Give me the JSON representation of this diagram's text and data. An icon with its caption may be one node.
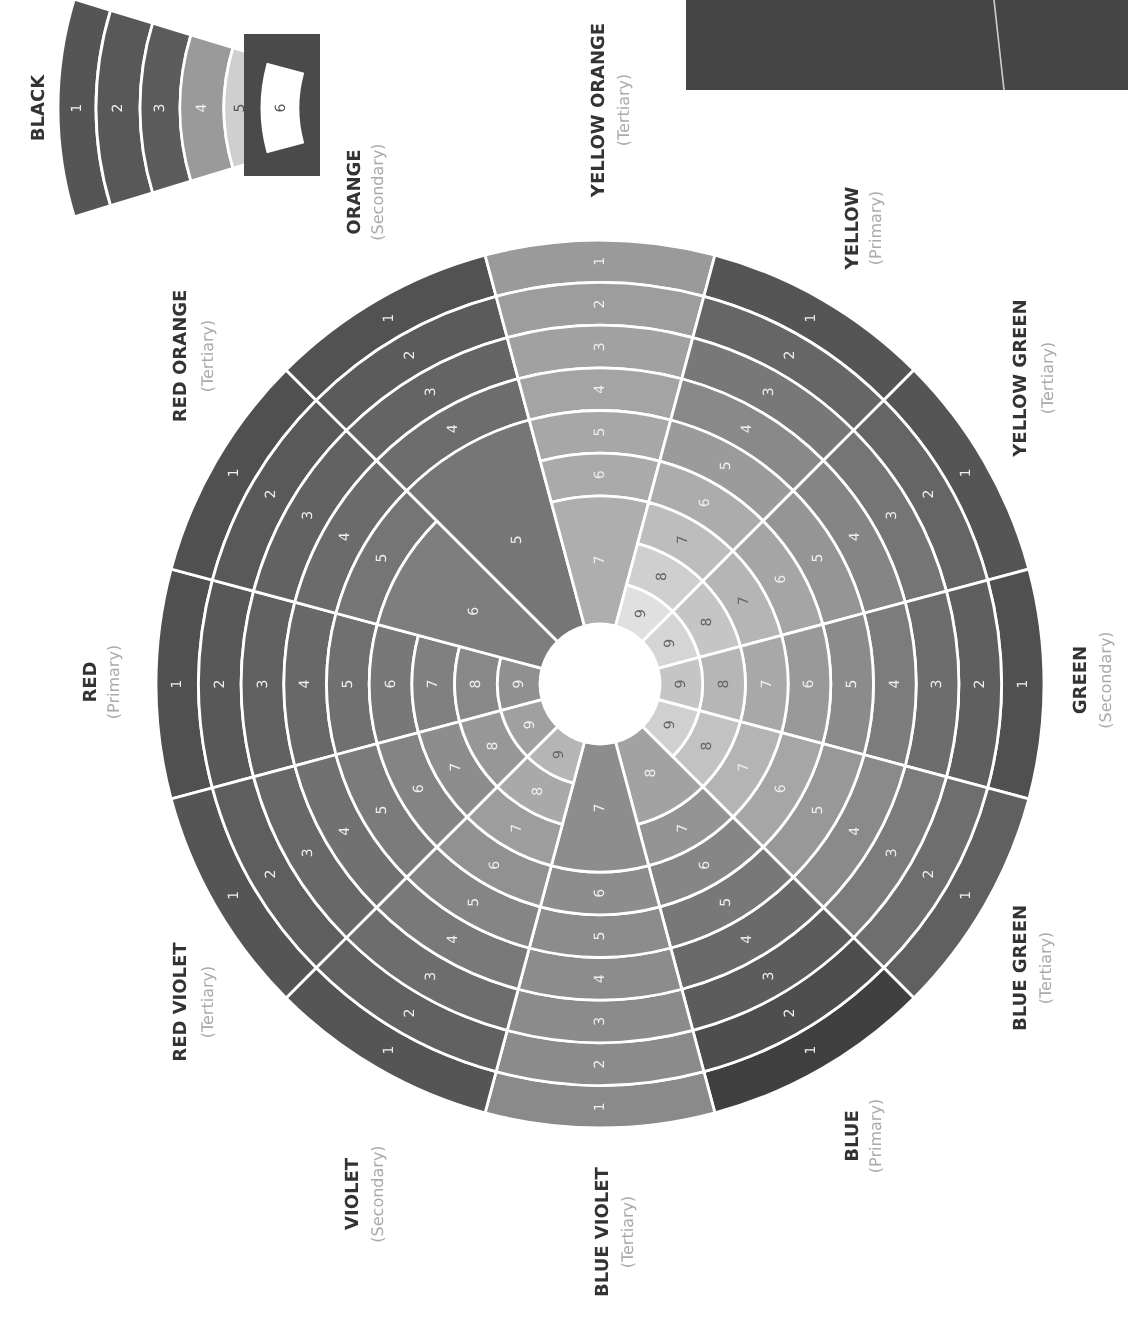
{
  "diagram": {
    "nodes": [
      {
        "text": [
          "1"
        ]
      },
      {
        "text": [
          "2"
        ]
      },
      {
        "text": [
          "3"
        ]
      },
      {
        "text": [
          "4"
        ]
      },
      {
        "text": [
          "5"
        ]
      },
      {
        "text": [
          "6"
        ]
      },
      {
        "text": [
          "RED",
          "(Primary)"
        ]
      },
      {
        "text": [
          "1"
        ],
        "in": 6
      },
      {
        "text": [
          "2"
        ],
        "in": 6
      },
      {
        "text": [
          "3"
        ],
        "in": 6
      },
      {
        "text": [
          "4"
        ],
        "in": 6
      },
      {
        "text": [
          "5"
        ],
        "in": 6
      },
      {
        "text": [
          "6"
        ],
        "in": 6
      },
      {
        "text": [
          "7"
        ],
        "in": 6
      },
      {
        "text": [
          "8"
        ],
        "in": 6
      },
      {
        "text": [
          "9"
        ],
        "in": 6
      },
      {
        "text": [
          "RED ORANGE",
          "(Tertiary)"
        ]
      },
      {
        "text": [
          "1"
        ],
        "in": 16
      },
      {
        "text": [
          "2"
        ],
        "in": 16
      },
      {
        "text": [
          "3"
        ],
        "in": 16
      },
      {
        "text": [
          "4"
        ],
        "in": 16
      },
      {
        "text": [
          "5"
        ],
        "in": 16
      },
      {
        "text": [
          "6"
        ],
        "in": 16
      },
      {
        "text": [
          "ORANGE",
          "(Secondary)"
        ]
      },
      {
        "text": [
          "1"
        ],
        "in": 23
      },
      {
        "text": [
          "2"
        ],
        "in": 23
      },
      {
        "text": [
          "3"
        ],
        "in": 23
      },
      {
        "text": [
          "4"
        ],
        "in": 23
      },
      {
        "text": [
          "5"
        ],
        "in": 23
      },
      {
        "text": [
          "YELLOW ORANGE",
          "(Tertiary)"
        ]
      },
      {
        "text": [
          "1"
        ],
        "in": 29
      },
      {
        "text": [
          "2"
        ],
        "in": 29
      },
      {
        "text": [
          "3"
        ],
        "in": 29
      },
      {
        "text": [
          "4"
        ],
        "in": 29
      },
      {
        "text": [
          "5"
        ],
        "in": 29
      },
      {
        "text": [
          "6"
        ],
        "in": 29
      },
      {
        "text": [
          "7"
        ],
        "in": 29
      },
      {
        "text": [
          "YELLOW",
          "(Primary)"
        ]
      },
      {
        "text": [
          "1"
        ],
        "in": 37
      },
      {
        "text": [
          "2"
        ],
        "in": 37
      },
      {
        "text": [
          "3"
        ],
        "in": 37
      },
      {
        "text": [
          "4"
        ],
        "in": 37
      },
      {
        "text": [
          "5"
        ],
        "in": 37
      },
      {
        "text": [
          "6"
        ],
        "in": 37
      },
      {
        "text": [
          "7"
        ],
        "in": 37
      },
      {
        "text": [
          "8"
        ],
        "in": 37
      },
      {
        "text": [
          "9"
        ],
        "in": 37
      },
      {
        "text": [
          "YELLOW GREEN",
          "(Tertiary)"
        ]
      },
      {
        "text": [
          "1"
        ],
        "in": 47
      },
      {
        "text": [
          "2"
        ],
        "in": 47
      },
      {
        "text": [
          "3"
        ],
        "in": 47
      },
      {
        "text": [
          "4"
        ],
        "in": 47
      },
      {
        "text": [
          "5"
        ],
        "in": 47
      },
      {
        "text": [
          "6"
        ],
        "in": 47
      },
      {
        "text": [
          "7"
        ],
        "in": 47
      },
      {
        "text": [
          "8"
        ],
        "in": 47
      },
      {
        "text": [
          "9"
        ],
        "in": 47
      },
      {
        "text": [
          "GREEN",
          "(Secondary)"
        ]
      },
      {
        "text": [
          "1"
        ],
        "in": 57
      },
      {
        "text": [
          "2"
        ],
        "in": 57
      },
      {
        "text": [
          "3"
        ],
        "in": 57
      },
      {
        "text": [
          "4"
        ],
        "in": 57
      },
      {
        "text": [
          "5"
        ],
        "in": 57
      },
      {
        "text": [
          "6"
        ],
        "in": 57
      },
      {
        "text": [
          "7"
        ],
        "in": 57
      },
      {
        "text": [
          "8"
        ],
        "in": 57
      },
      {
        "text": [
          "9"
        ],
        "in": 57
      },
      {
        "text": [
          "BLUE GREEN",
          "(Tertiary)"
        ]
      },
      {
        "text": [
          "1"
        ],
        "in": 67
      },
      {
        "text": [
          "2"
        ],
        "in": 67
      },
      {
        "text": [
          "3"
        ],
        "in": 67
      },
      {
        "text": [
          "4"
        ],
        "in": 67
      },
      {
        "text": [
          "5"
        ],
        "in": 67
      },
      {
        "text": [
          "6"
        ],
        "in": 67
      },
      {
        "text": [
          "7"
        ],
        "in": 67
      },
      {
        "text": [
          "8"
        ],
        "in": 67
      },
      {
        "text": [
          "9"
        ],
        "in": 67
      },
      {
        "text": [
          "BLUE",
          "(Primary)"
        ]
      },
      {
        "text": [
          "1"
        ],
        "in": 77
      },
      {
        "text": [
          "2"
        ],
        "in": 77
      },
      {
        "text": [
          "3"
        ],
        "in": 77
      },
      {
        "text": [
          "4"
        ],
        "in": 77
      },
      {
        "text": [
          "5"
        ],
        "in": 77
      },
      {
        "text": [
          "6"
        ],
        "in": 77
      },
      {
        "text": [
          "7"
        ],
        "in": 77
      },
      {
        "text": [
          "8"
        ],
        "in": 77
      },
      {
        "text": [
          "BLUE VIOLET",
          "(Tertiary)"
        ]
      },
      {
        "text": [
          "1"
        ],
        "in": 86
      },
      {
        "text": [
          "2"
        ],
        "in": 86
      },
      {
        "text": [
          "3"
        ],
        "in": 86
      },
      {
        "text": [
          "4"
        ],
        "in": 86
      },
      {
        "text": [
          "5"
        ],
        "in": 86
      },
      {
        "text": [
          "6"
        ],
        "in": 86
      },
      {
        "text": [
          "7"
        ],
        "in": 86
      },
      {
        "text": [
          "VIOLET",
          "(Secondary)"
        ]
      },
      {
        "text": [
          "1"
        ],
        "in": 94
      },
      {
        "text": [
          "2"
        ],
        "in": 94
      },
      {
        "text": [
          "3"
        ],
        "in": 94
      },
      {
        "text": [
          "4"
        ],
        "in": 94
      },
      {
        "text": [
          "5"
        ],
        "in": 94
      },
      {
        "text": [
          "6"
        ],
        "in": 94
      },
      {
        "text": [
          "7"
        ],
        "in": 94
      },
      {
        "text": [
          "8"
        ],
        "in": 94
      },
      {
        "text": [
          "9"
        ],
        "in": 94
      },
      {
        "text": [
          "RED VIOLET",
          "(Tertiary)"
        ]
      },
      {
        "text": [
          "1"
        ],
        "in": 104
      },
      {
        "text": [
          "2"
        ],
        "in": 104
      },
      {
        "text": [
          "3"
        ],
        "in": 104
      },
      {
        "text": [
          "4"
        ],
        "in": 104
      },
      {
        "text": [
          "5"
        ],
        "in": 104
      },
      {
        "text": [
          "6"
        ],
        "in": 104
      },
      {
        "text": [
          "7"
        ],
        "in": 104
      },
      {
        "text": [
          "8"
        ],
        "in": 104
      },
      {
        "text": [
          "9"
        ],
        "in": 104
      }
    ],
    "labels": [
      "BLACK"
    ]
  }
}
